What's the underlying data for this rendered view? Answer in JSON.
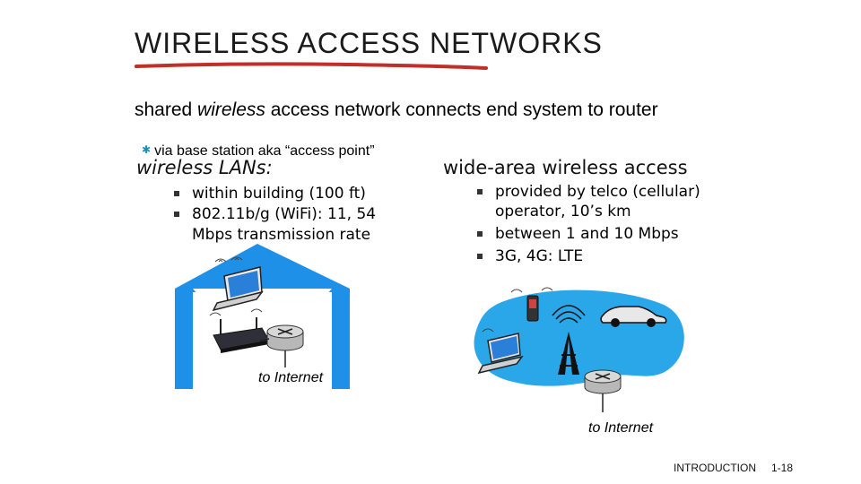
{
  "slide": {
    "title": "WIRELESS ACCESS NETWORKS",
    "intro": "shared wireless access network connects end system to router",
    "intro_parts": {
      "before": "shared ",
      "emph": "wireless",
      "after": " access network connects end system to router"
    },
    "sub_bullet": "via base station aka “access point”"
  },
  "left": {
    "heading": "wireless LANs:",
    "bullets": [
      "within building (100 ft)",
      "802.11b/g (WiFi): 11, 54 Mbps transmission rate"
    ],
    "diagram_label": "to Internet"
  },
  "right": {
    "heading": "wide-area wireless access",
    "bullets": [
      "provided by telco (cellular) operator, 10’s km",
      "between 1 and 10 Mbps",
      "3G, 4G:  LTE"
    ],
    "diagram_label": "to Internet"
  },
  "footer": {
    "section": "INTRODUCTION",
    "page": "1-18"
  },
  "colors": {
    "underline": "#c0302a",
    "house": "#1e90e8",
    "cloud": "#2aa7e8",
    "bullet_star": "#1a8fbf"
  }
}
